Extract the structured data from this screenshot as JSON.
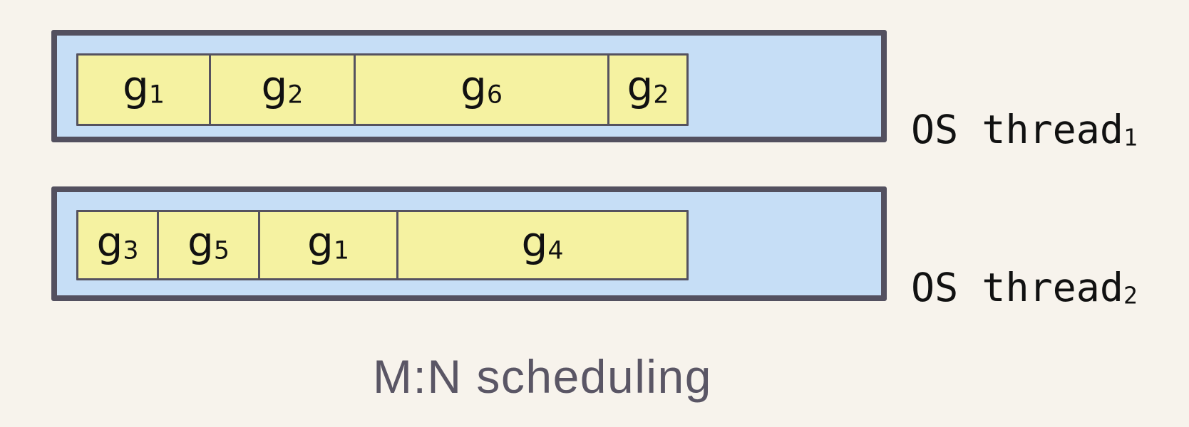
{
  "colors": {
    "page_bg": "#f7f3ec",
    "thread_fill": "#c6def6",
    "thread_border": "#53505f",
    "goroutine_fill": "#f5f2a1",
    "goroutine_border": "#55525f",
    "ink": "#111111",
    "caption_color": "#5a5665"
  },
  "threads": [
    {
      "label_base": "OS thread",
      "label_sub": "1",
      "goroutines": [
        {
          "base": "g",
          "sub": "1"
        },
        {
          "base": "g",
          "sub": "2"
        },
        {
          "base": "g",
          "sub": "6"
        },
        {
          "base": "g",
          "sub": "2"
        }
      ]
    },
    {
      "label_base": "OS thread",
      "label_sub": "2",
      "goroutines": [
        {
          "base": "g",
          "sub": "3"
        },
        {
          "base": "g",
          "sub": "5"
        },
        {
          "base": "g",
          "sub": "1"
        },
        {
          "base": "g",
          "sub": "4"
        }
      ]
    }
  ],
  "caption": {
    "text": "M:N scheduling"
  }
}
